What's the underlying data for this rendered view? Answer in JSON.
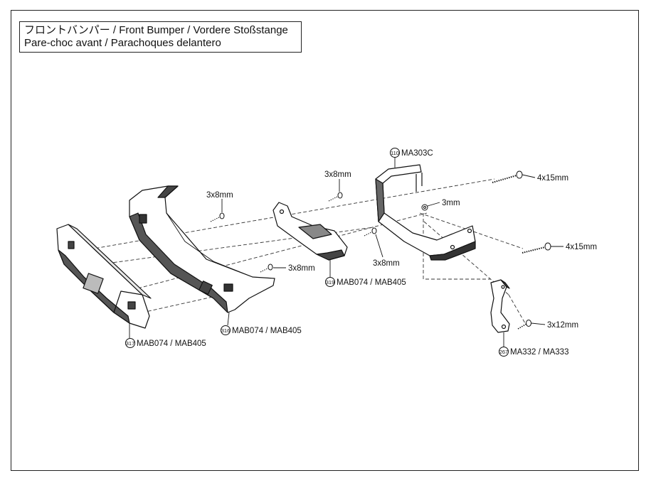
{
  "title": {
    "line1": "フロントバンパー / Front Bumper / Vordere Stoßstange",
    "line2": "Pare-choc avant / Parachoques delantero"
  },
  "parts": {
    "p110": {
      "num": "110",
      "code": "MA303C"
    },
    "p316": {
      "num": "316",
      "code": "MAB074 / MAB405"
    },
    "p317": {
      "num": "317",
      "code": "MAB074 / MAB405"
    },
    "p319": {
      "num": "319",
      "code": "MAB074 / MAB405"
    },
    "p267": {
      "num": "267",
      "code": "MA332 / MA333"
    }
  },
  "hardware": {
    "screw_a": "3x8mm",
    "screw_b": "3x8mm",
    "screw_c": "3x8mm",
    "screw_d": "3x8mm",
    "nut_3mm": "3mm",
    "screw_4x15_top": "4x15mm",
    "screw_4x15_bottom": "4x15mm",
    "screw_3x12": "3x12mm"
  }
}
